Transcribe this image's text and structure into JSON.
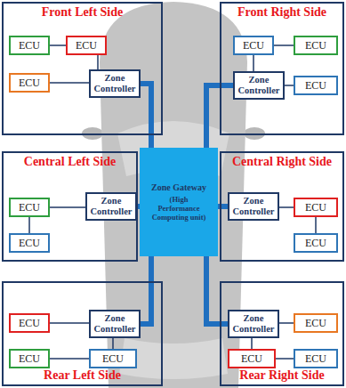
{
  "diagram": {
    "nodes": [
      {
        "text": [
          "Front Left Side"
        ]
      },
      {
        "text": [
          "ECU"
        ],
        "in": 0
      },
      {
        "text": [
          "ECU"
        ],
        "in": 0
      },
      {
        "text": [
          "ECU"
        ],
        "in": 0
      },
      {
        "text": [
          "Zone Controller"
        ],
        "in": 0
      },
      {
        "text": [
          "Front Right Side"
        ]
      },
      {
        "text": [
          "ECU"
        ],
        "in": 5
      },
      {
        "text": [
          "ECU"
        ],
        "in": 5
      },
      {
        "text": [
          "Zone Controller"
        ],
        "in": 5
      },
      {
        "text": [
          "ECU"
        ],
        "in": 5
      },
      {
        "text": [
          "Central Left Side"
        ]
      },
      {
        "text": [
          "ECU"
        ],
        "in": 10
      },
      {
        "text": [
          "Zone Controller"
        ],
        "in": 10
      },
      {
        "text": [
          "ECU"
        ],
        "in": 10
      },
      {
        "text": [
          "Zone Gateway",
          "(High Performance Computing unit)"
        ]
      },
      {
        "text": [
          "Central Right Side"
        ]
      },
      {
        "text": [
          "Zone Controller"
        ],
        "in": 15
      },
      {
        "text": [
          "ECU"
        ],
        "in": 15
      },
      {
        "text": [
          "ECU"
        ],
        "in": 15
      },
      {
        "text": [
          "Rear Left Side"
        ]
      },
      {
        "text": [
          "ECU"
        ],
        "in": 19
      },
      {
        "text": [
          "Zone Controller"
        ],
        "in": 19
      },
      {
        "text": [
          "ECU"
        ],
        "in": 19
      },
      {
        "text": [
          "ECU"
        ],
        "in": 19
      },
      {
        "text": [
          "Rear Right Side"
        ]
      },
      {
        "text": [
          "Zone Controller"
        ],
        "in": 24
      },
      {
        "text": [
          "ECU"
        ],
        "in": 24
      },
      {
        "text": [
          "ECU"
        ],
        "in": 24
      },
      {
        "text": [
          "ECU"
        ],
        "in": 24
      }
    ],
    "edges": [
      {
        "from": 1,
        "to": 2,
        "arrow": "none"
      },
      {
        "from": 2,
        "to": 4,
        "arrow": "none"
      },
      {
        "from": 3,
        "to": 4,
        "arrow": "none"
      },
      {
        "from": 6,
        "to": 7,
        "arrow": "none"
      },
      {
        "from": 6,
        "to": 8,
        "arrow": "none"
      },
      {
        "from": 8,
        "to": 9,
        "arrow": "none"
      },
      {
        "from": 11,
        "to": 12,
        "arrow": "none"
      },
      {
        "from": 11,
        "to": 13,
        "arrow": "none"
      },
      {
        "from": 16,
        "to": 17,
        "arrow": "none"
      },
      {
        "from": 17,
        "to": 18,
        "arrow": "none"
      },
      {
        "from": 20,
        "to": 21,
        "arrow": "none"
      },
      {
        "from": 21,
        "to": 23,
        "arrow": "none"
      },
      {
        "from": 22,
        "to": 23,
        "arrow": "none"
      },
      {
        "from": 25,
        "to": 26,
        "arrow": "none"
      },
      {
        "from": 25,
        "to": 27,
        "arrow": "none"
      },
      {
        "from": 27,
        "to": 28,
        "arrow": "none"
      },
      {
        "from": 14,
        "to": 4,
        "arrow": "none"
      },
      {
        "from": 14,
        "to": 8,
        "arrow": "none"
      },
      {
        "from": 14,
        "to": 12,
        "arrow": "none"
      },
      {
        "from": 14,
        "to": 16,
        "arrow": "none"
      },
      {
        "from": 14,
        "to": 21,
        "arrow": "none"
      },
      {
        "from": 14,
        "to": 25,
        "arrow": "none"
      }
    ]
  }
}
